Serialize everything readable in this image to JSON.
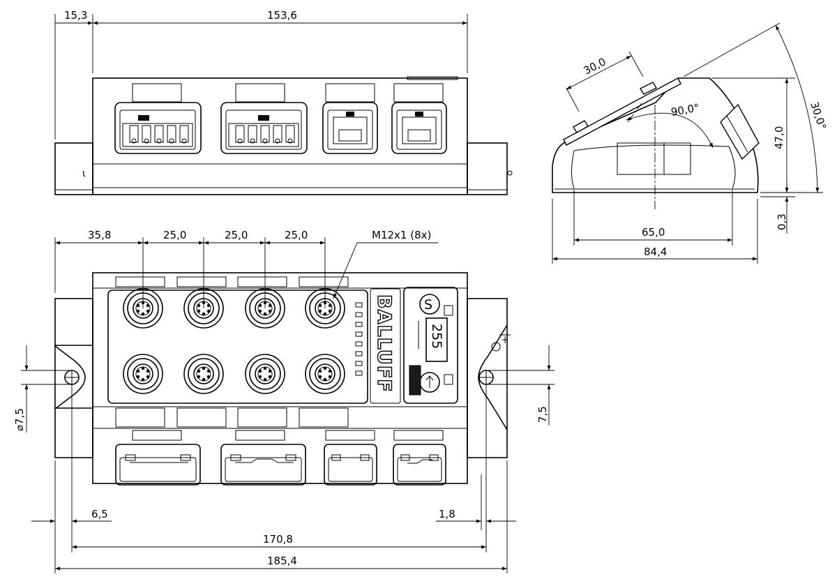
{
  "dimensions": {
    "top_left_offset": "15,3",
    "top_length": "153,6",
    "pitch_first": "35,8",
    "pitch_1": "25,0",
    "pitch_2": "25,0",
    "pitch_3": "25,0",
    "connector_callout": "M12x1 (8x)",
    "hole_diameter": "⌀7,5",
    "hole_offset_right": "7,5",
    "left_edge": "6,5",
    "right_edge": "1,8",
    "hole_spacing": "170,8",
    "overall_length": "185,4",
    "display_width": "30,0",
    "angle_right": "90,0°",
    "tilt_angle": "30,0°",
    "height": "47,0",
    "base_offset": "0,3",
    "base_width": "65,0",
    "overall_width": "84,4"
  },
  "device": {
    "logo": "BALLUFF",
    "display_value": "255",
    "button_s": "S"
  }
}
